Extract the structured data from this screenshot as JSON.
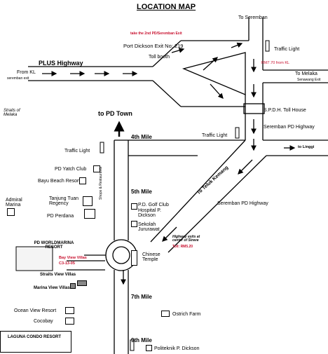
{
  "title": "LOCATION MAP",
  "colors": {
    "road": "#000000",
    "accent_red": "#c8102e",
    "background": "#ffffff"
  },
  "labels": {
    "to_seremban": "To Seremban",
    "take_2nd_exit": "take the 2nd PD/Seremban Exit",
    "exit_no": "Port Dickson Exit No: 219",
    "toll_booth": "Toll booth",
    "traffic_light": "Traffic Light",
    "toll_amount_kl": "RM7.70 from KL",
    "plus_highway": "PLUS Highway",
    "from_kl": "From KL",
    "seremban_exit": "seremban exit",
    "to_melaka": "To Melaka",
    "senawang_exit": "Senawang Exit",
    "straits_of_melaka": "Straits of Melaka",
    "spdh_toll_house": "S.P.D.H. Toll House",
    "seremban_pd_highway": "Seremban PD Highway",
    "to_pd_town": "to PD Town",
    "fourth_mile": "4th Mile",
    "to_linggi": "to Linggi",
    "pd_yatch_club": "PD Yatch Club",
    "bayu_beach_resort": "Bayu Beach Resort",
    "admiral_marina": "Admiral Marina",
    "tanjung_tuan_regency": "Tanjung Tuan Regency",
    "pd_perdana": "PD Perdana",
    "shops_restaurants": "Shops & Restaurants",
    "fifth_mile": "5th Mile",
    "pd_golf_club": "P.D. Golf Club",
    "hospital_pd": "Hospital P. Dickson",
    "sekolah_jururawat": "Sekolah Jururawat",
    "to_teluk_kemang": "To Teluk Kemang",
    "pd_worldmarina_resort": "PD WORLDMARINA RESORT",
    "bay_view_villas": "Bay View Villas",
    "bay_view_code": "C3-13-05",
    "straits_view_villas": "Straits View Villas",
    "marina_view_villas": "Marina View Villas",
    "highway_exits": "Highway exits at center of Sirave",
    "toll_amount_2": "Toll: RM5.20",
    "chinese_temple": "Chinese Temple",
    "seventh_mile": "7th Mile",
    "ocean_view_resort": "Ocean View Resort",
    "ostrich_farm": "Ostrich Farm",
    "cocobay": "Cocobay",
    "laguna_condo_resort": "LAGUNA CONDO RESORT",
    "ninth_mile": "9th Mile",
    "politeknik": "Politeknik P. Dickson"
  }
}
